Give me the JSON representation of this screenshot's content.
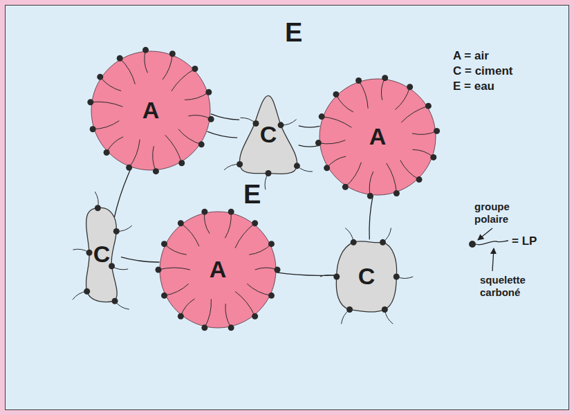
{
  "diagram": {
    "nodes": [
      {
        "text": [
          "A"
        ]
      },
      {
        "text": [
          "C"
        ]
      },
      {
        "text": [
          "A"
        ]
      },
      {
        "text": [
          "C"
        ]
      },
      {
        "text": [
          "A"
        ]
      },
      {
        "text": [
          "C"
        ]
      }
    ],
    "edges": [
      {
        "from": 0,
        "to": 1,
        "arrow": "none"
      },
      {
        "from": 0,
        "to": 1,
        "arrow": "none"
      },
      {
        "from": 1,
        "to": 2,
        "arrow": "none"
      },
      {
        "from": 1,
        "to": 2,
        "arrow": "none"
      },
      {
        "from": 0,
        "to": 3,
        "arrow": "none"
      },
      {
        "from": 3,
        "to": 4,
        "arrow": "none"
      },
      {
        "from": 4,
        "to": 5,
        "arrow": "none"
      },
      {
        "from": 2,
        "to": 5,
        "arrow": "none"
      }
    ],
    "labels": [
      "E",
      "E",
      "groupe polaire",
      "= LP",
      "squelette carboné"
    ],
    "legend": [
      {
        "text": "A = air"
      },
      {
        "text": "C = ciment"
      },
      {
        "text": "E = eau"
      }
    ]
  }
}
